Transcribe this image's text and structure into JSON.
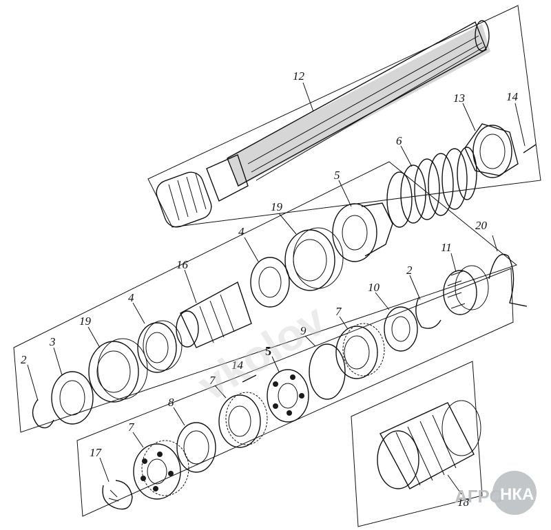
{
  "labels": {
    "shaft": "12",
    "cup_top": "13",
    "pin_top": "14",
    "spring": "6",
    "cup_mid": "5",
    "bearing_upper": "19",
    "ring_upper": "4",
    "sleeve": "16",
    "ring_lower": "4",
    "bearing_lower": "19",
    "race": "3",
    "snap_upper": "2",
    "wire_ring": "20",
    "roller_cage": "11",
    "snap_mid": "2",
    "washer_10": "10",
    "gear_upper": "7",
    "ring_9": "9",
    "hub_5": "5",
    "pin_lower": "14",
    "gear_mid": "7",
    "washer_8": "8",
    "gear_lower": "7",
    "clip_17": "17",
    "housing_18": "18"
  },
  "watermark": {
    "logo_left": "АГРО",
    "logo_right": "НКА",
    "diagonal": "vkolov"
  },
  "colors": {
    "ink": "#1a1a1a",
    "watermark": "#b9bcbf"
  }
}
